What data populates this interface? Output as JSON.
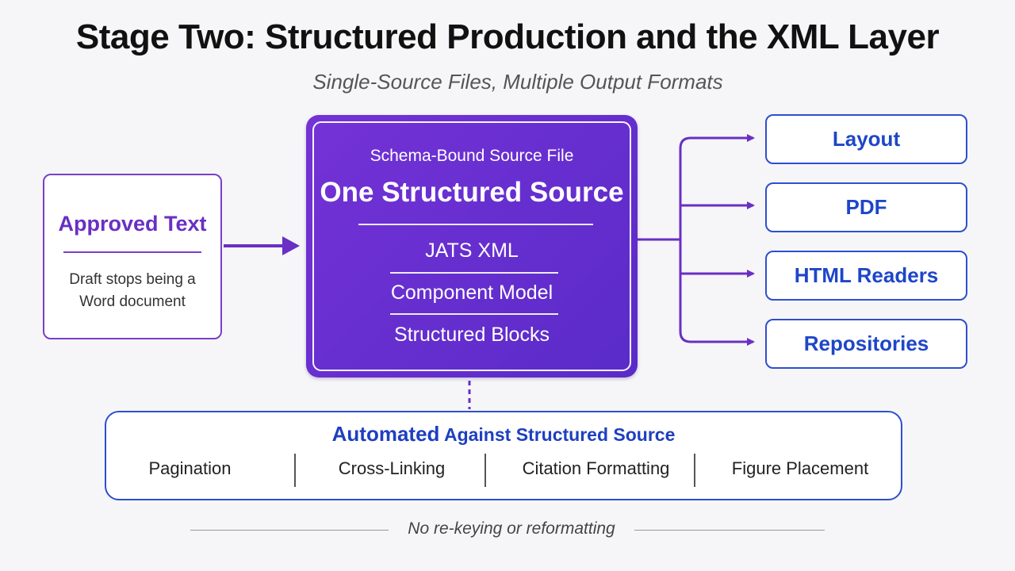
{
  "header": {
    "title": "Stage Two: Structured Production and the XML Layer",
    "subtitle": "Single-Source Files, Multiple Output Formats"
  },
  "input": {
    "title": "Approved Text",
    "description": "Draft stops being a Word document"
  },
  "source": {
    "kicker": "Schema-Bound Source File",
    "title": "One Structured Source",
    "items": [
      "JATS XML",
      "Component Model",
      "Structured Blocks"
    ]
  },
  "outputs": [
    "Layout",
    "PDF",
    "HTML Readers",
    "Repositories"
  ],
  "automation": {
    "title_lead": "Automated",
    "title_rest": "Against Structured Source",
    "tasks": [
      "Pagination",
      "Cross-Linking",
      "Citation Formatting",
      "Figure Placement"
    ]
  },
  "footer": {
    "note": "No re-keying or reformatting"
  },
  "colors": {
    "purple": "#6a2fc4",
    "blue": "#1e46c8"
  }
}
